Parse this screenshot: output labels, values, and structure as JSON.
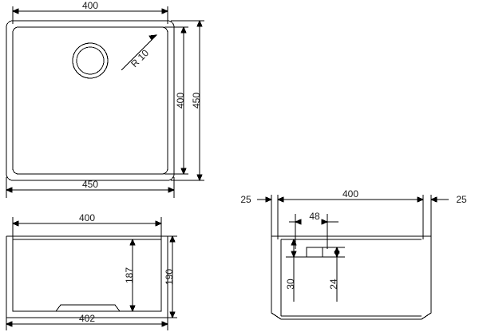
{
  "drawing": {
    "title": "Technical dimension drawing - undermount sink",
    "units": "mm",
    "line_color": "#000000",
    "views": [
      {
        "name": "top-view",
        "labels": {
          "top_width": "400",
          "bottom_width": "450",
          "inner_height": "400",
          "outer_height": "450",
          "radius": "R 10"
        }
      },
      {
        "name": "front-view",
        "labels": {
          "top_width": "400",
          "bottom_width": "402",
          "inner_height": "187",
          "outer_height": "190"
        }
      },
      {
        "name": "side-view",
        "labels": {
          "left_offset": "25",
          "right_offset": "25",
          "width": "400",
          "small_width": "48",
          "height_left": "30",
          "height_right": "24"
        }
      }
    ]
  }
}
